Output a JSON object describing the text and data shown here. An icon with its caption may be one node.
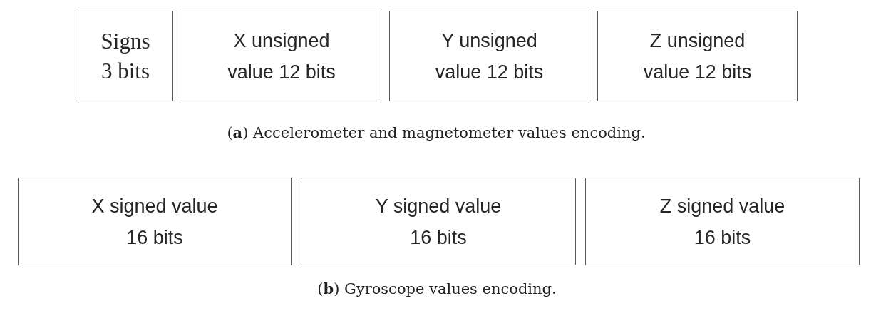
{
  "diagram": {
    "nodes": [
      {
        "text": [
          "Signs 3 bits"
        ]
      },
      {
        "text": [
          "X unsigned value 12 bits"
        ]
      },
      {
        "text": [
          "Y unsigned value 12 bits"
        ]
      },
      {
        "text": [
          "Z unsigned value 12 bits"
        ]
      },
      {
        "text": [
          "X signed value 16 bits"
        ]
      },
      {
        "text": [
          "Y signed value 16 bits"
        ]
      },
      {
        "text": [
          "Z signed value 16 bits"
        ]
      }
    ],
    "edges": [],
    "labels": [
      "(**a**) Accelerometer and magnetometer values encoding.",
      "(**b**) Gyroscope values encoding."
    ]
  }
}
